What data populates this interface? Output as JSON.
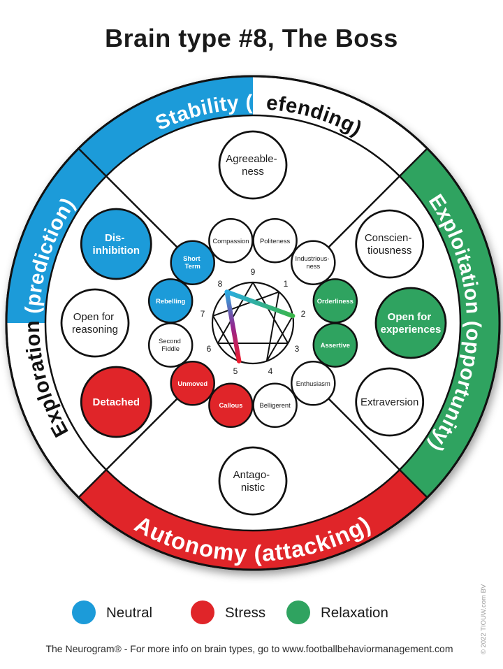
{
  "title": "Brain type #8, The Boss",
  "colors": {
    "neutral": "#1C9BD9",
    "stress": "#E02529",
    "relaxation": "#2FA360",
    "gradient_blue": "#29ABE2",
    "gradient_green": "#3AB54A",
    "gradient_purple": "#93278F",
    "gradient_red": "#ED1B2E"
  },
  "arcs": {
    "top": {
      "text_on_blue": "Stability (d",
      "text_on_white": "efending)"
    },
    "left": {
      "text_on_white": "Exploration ",
      "text_on_blue": "(prediction)"
    },
    "right": {
      "text": "Exploitation (opportunity)"
    },
    "bottom": {
      "text": "Autonomy (attacking)"
    }
  },
  "outer_traits": {
    "agreeableness": {
      "line1": "Agreeable-",
      "line2": "ness"
    },
    "conscientiousness": {
      "line1": "Conscien-",
      "line2": "tiousness"
    },
    "open_experiences": {
      "line1": "Open for",
      "line2": "experiences"
    },
    "extraversion": {
      "label": "Extraversion"
    },
    "antagonistic": {
      "line1": "Antago-",
      "line2": "nistic"
    },
    "detached": {
      "label": "Detached"
    },
    "open_reasoning": {
      "line1": "Open for",
      "line2": "reasoning"
    },
    "disinhibition": {
      "line1": "Dis-",
      "line2": "inhibition"
    }
  },
  "inner_traits": {
    "compassion": {
      "label": "Compassion"
    },
    "politeness": {
      "label": "Politeness"
    },
    "industriousness": {
      "line1": "Industrious-",
      "line2": "ness"
    },
    "orderliness": {
      "label": "Orderliness"
    },
    "assertive": {
      "label": "Assertive"
    },
    "enthusiasm": {
      "label": "Enthusiasm"
    },
    "belligerent": {
      "label": "Belligerent"
    },
    "callous": {
      "label": "Callous"
    },
    "unmoved": {
      "label": "Unmoved"
    },
    "second_fiddle": {
      "line1": "Second",
      "line2": "Fiddle"
    },
    "rebelling": {
      "label": "Rebelling"
    },
    "short_term": {
      "line1": "Short",
      "line2": "Term"
    }
  },
  "enneagram": {
    "numbers": {
      "n1": "1",
      "n2": "2",
      "n3": "3",
      "n4": "4",
      "n5": "5",
      "n6": "6",
      "n7": "7",
      "n8": "8",
      "n9": "9"
    }
  },
  "legend": {
    "items": [
      {
        "label": "Neutral",
        "color": "#1C9BD9"
      },
      {
        "label": "Stress",
        "color": "#E02529"
      },
      {
        "label": "Relaxation",
        "color": "#2FA360"
      }
    ]
  },
  "footer": "The Neurogram® - For more info on brain types, go to www.footballbehaviormanagement.com",
  "copyright": "© 2022 TIOUW.com BV"
}
